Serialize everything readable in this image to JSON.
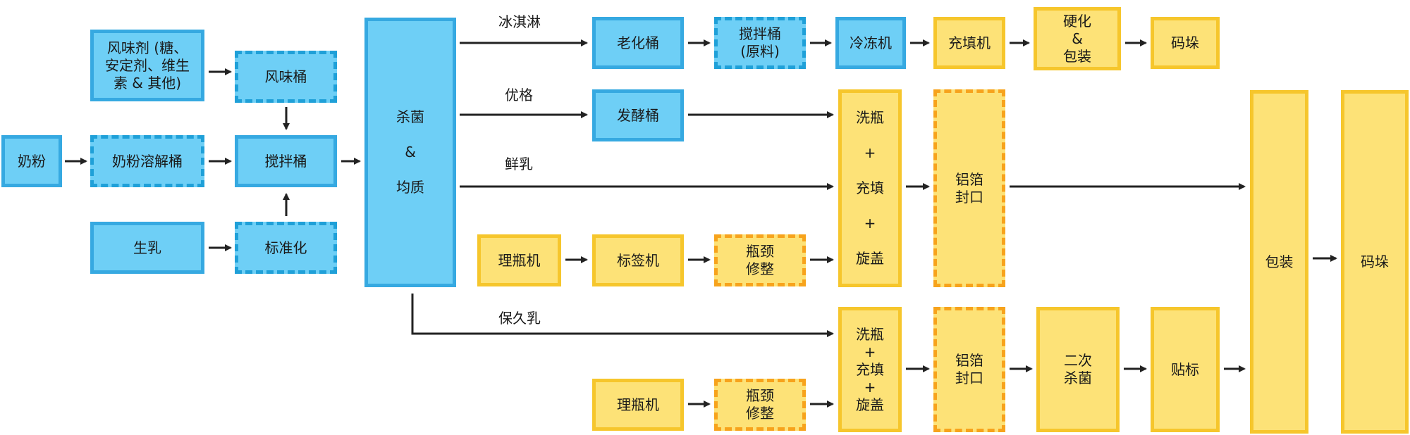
{
  "colors": {
    "blue_fill": "#6ecff6",
    "blue_border": "#36a9e1",
    "yellow_fill": "#fde277",
    "yellow_border": "#f6c62c",
    "orange_dash": "#f7a31c",
    "arrow": "#222222"
  },
  "nodes": {
    "milk_powder": "奶粉",
    "powder_dissolve_tank": "奶粉溶解桶",
    "flavor_additives": "风味剂 (糖、\n安定剂、维生\n素 & 其他)",
    "flavor_tank": "风味桶",
    "mixing_tank": "搅拌桶",
    "raw_milk": "生乳",
    "standardization": "标准化",
    "sterilize_homogenize": "杀菌\n\n&\n\n均质",
    "aging_tank": "老化桶",
    "mixing_tank_raw": "搅拌桶\n(原料)",
    "freezer": "冷冻机",
    "filler_ice": "充填机",
    "harden_pack": "硬化\n&\n包装",
    "stack_ice": "码垛",
    "fermentation_tank": "发酵桶",
    "wash_fill_cap_1": "洗瓶\n\n+\n\n充填\n\n+\n\n旋盖",
    "foil_seal_1": "铝箔\n封口",
    "bottle_sorter_1": "理瓶机",
    "labeler": "标签机",
    "neck_trim_1": "瓶颈\n修整",
    "packaging": "包装",
    "stack_final": "码垛",
    "wash_fill_cap_2": "洗瓶\n+\n充填\n+\n旋盖",
    "foil_seal_2": "铝箔\n封口",
    "second_sterilize": "二次\n杀菌",
    "label_apply": "贴标",
    "bottle_sorter_2": "理瓶机",
    "neck_trim_2": "瓶颈\n修整"
  },
  "routes": {
    "ice_cream": "冰淇淋",
    "yogurt": "优格",
    "fresh_milk": "鲜乳",
    "long_life_milk": "保久乳"
  }
}
